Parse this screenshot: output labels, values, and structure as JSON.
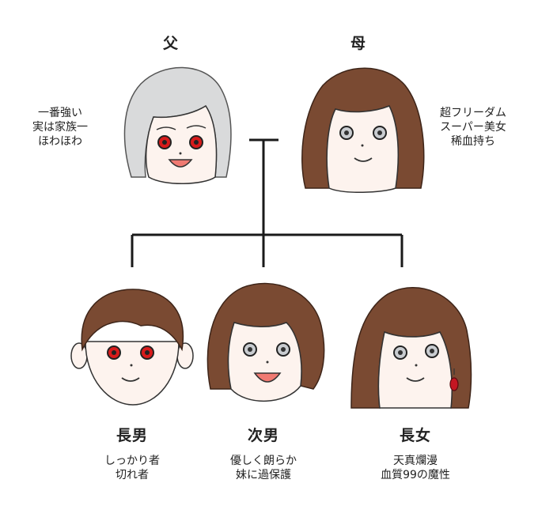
{
  "family": {
    "father": {
      "role": "父",
      "desc": [
        "一番強い",
        "実は家族一",
        "ほわほわ"
      ],
      "eye_color": "#d81b1b",
      "hair_color": "#d9dadb"
    },
    "mother": {
      "role": "母",
      "desc": [
        "超フリーダム",
        "スーパー美女",
        "稀血持ち"
      ],
      "eye_color": "#c9ccd0",
      "hair_color": "#7a4a32"
    },
    "eldest_son": {
      "role": "長男",
      "desc": [
        "しっかり者",
        "切れ者"
      ],
      "eye_color": "#d81b1b",
      "hair_color": "#7a4a32"
    },
    "second_son": {
      "role": "次男",
      "desc": [
        "優しく朗らか",
        "妹に過保護"
      ],
      "eye_color": "#c9ccd0",
      "hair_color": "#7a4a32"
    },
    "eldest_daughter": {
      "role": "長女",
      "desc": [
        "天真爛漫",
        "血質99の魔性"
      ],
      "eye_color": "#c9ccd0",
      "hair_color": "#7a4a32"
    }
  },
  "colors": {
    "line": "#1a1a1a",
    "skin": "#fdf3ee",
    "earring": "#c41622"
  }
}
